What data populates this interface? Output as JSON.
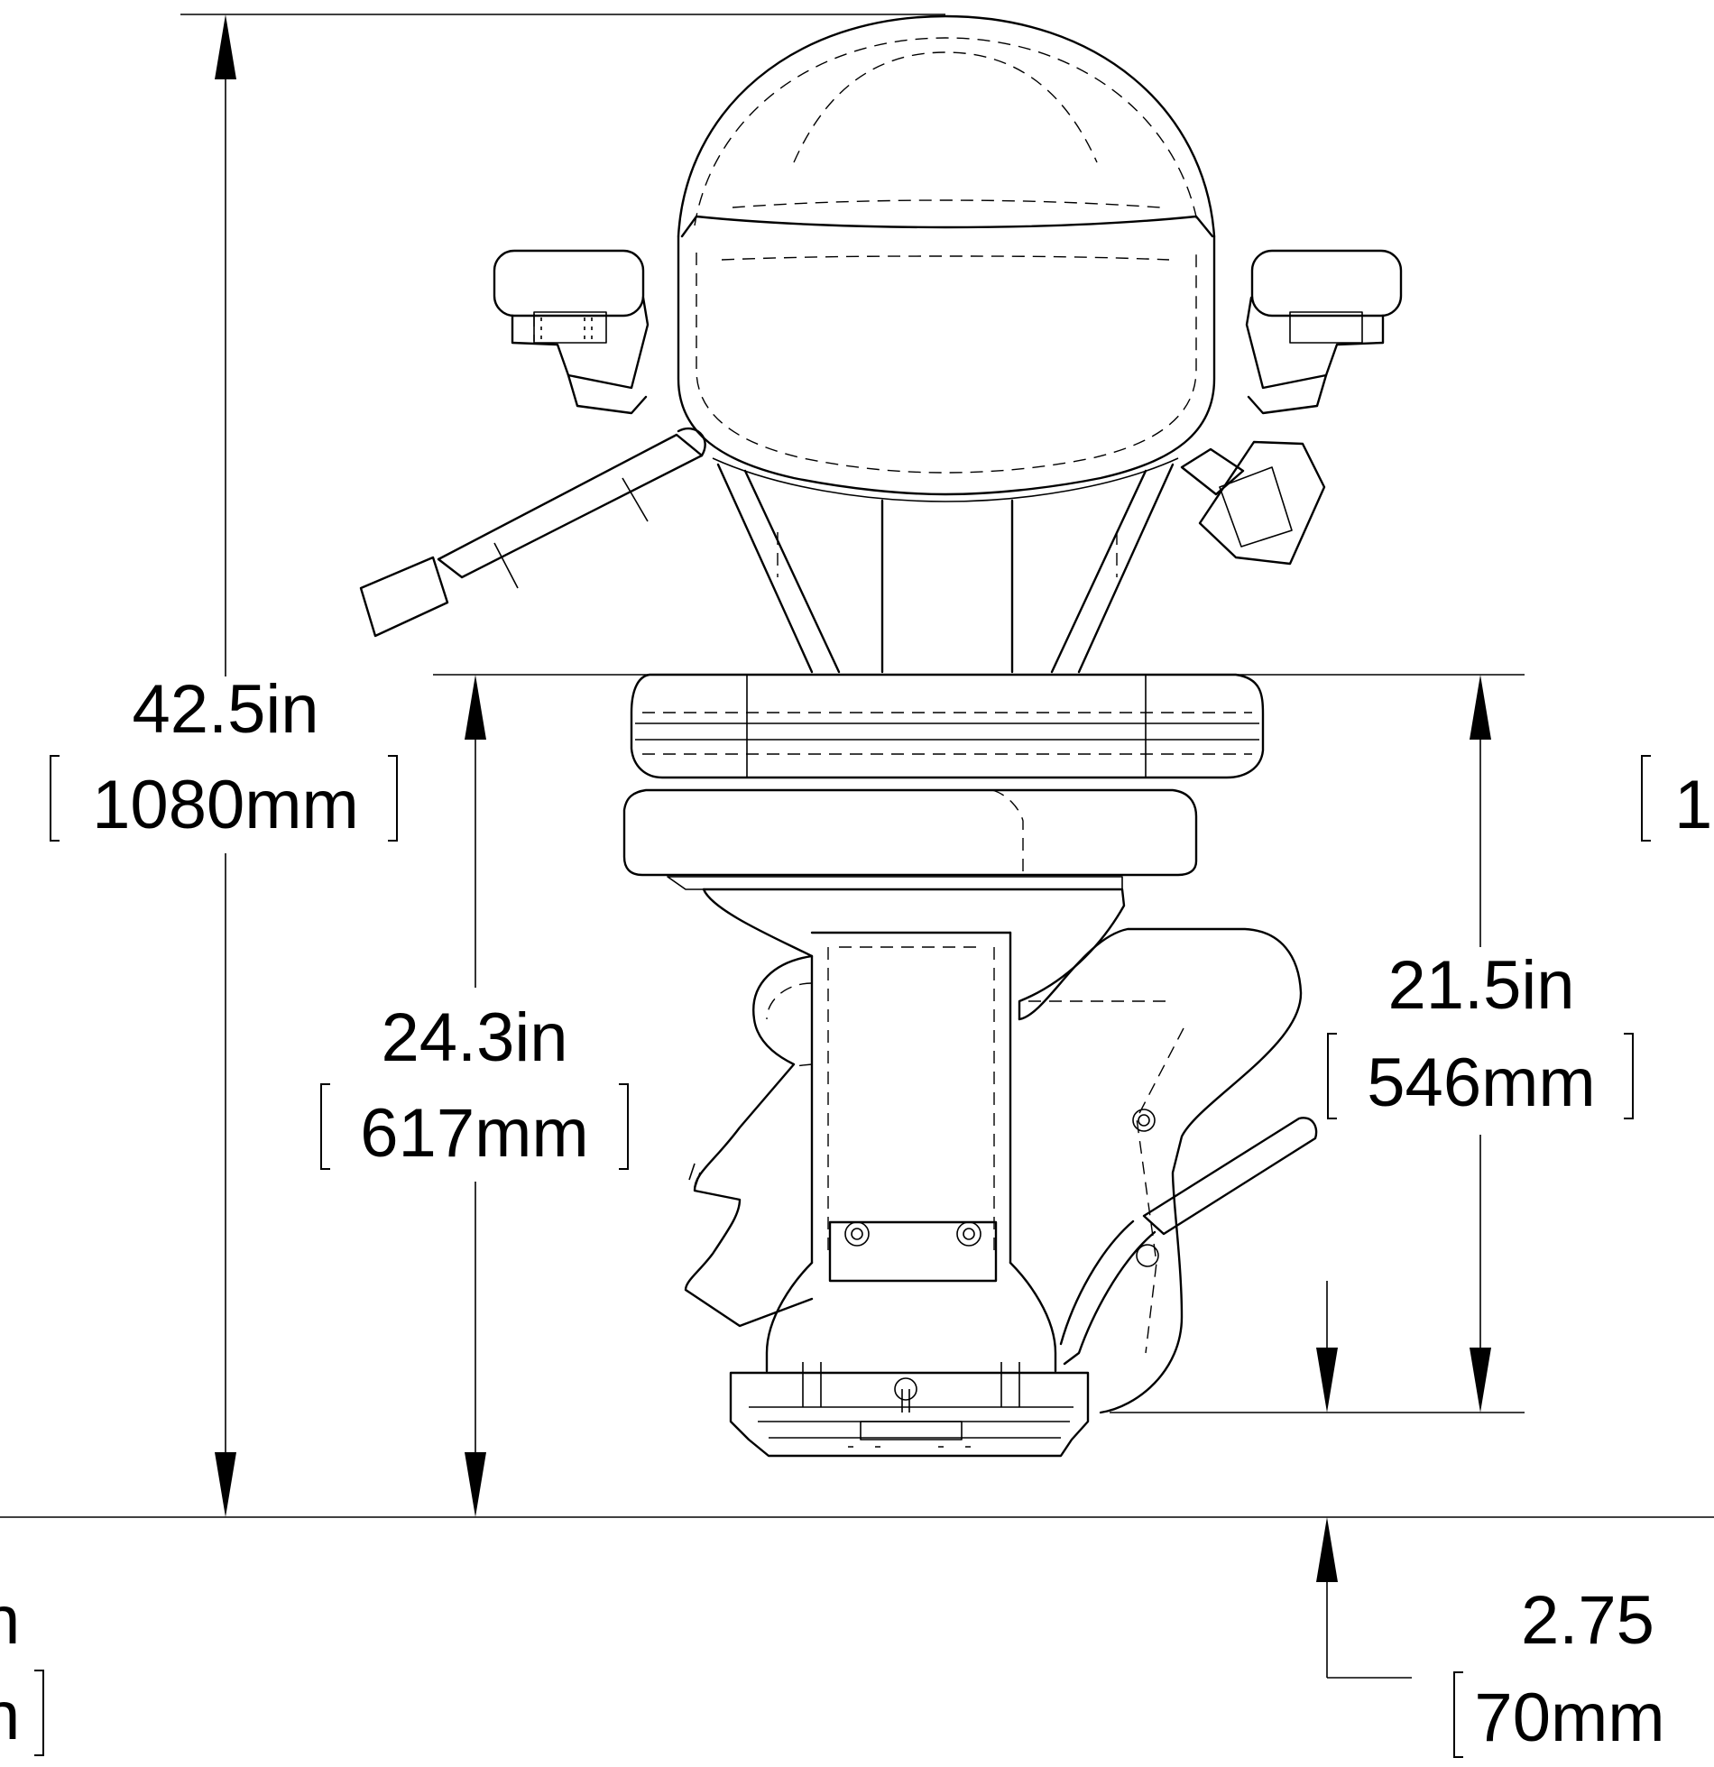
{
  "dimensions": {
    "overall_height": {
      "inch": "42.5in",
      "mm": "1080mm"
    },
    "seat_height": {
      "inch": "24.3in",
      "mm": "617mm"
    },
    "rail_to_seat": {
      "inch": "21.5in",
      "mm": "546mm"
    },
    "rail_offset": {
      "inch": "2.75",
      "mm": "70mm"
    },
    "left_cut": {
      "inch": "n",
      "mm": "n"
    },
    "right_cut": {
      "mm": "1("
    }
  }
}
